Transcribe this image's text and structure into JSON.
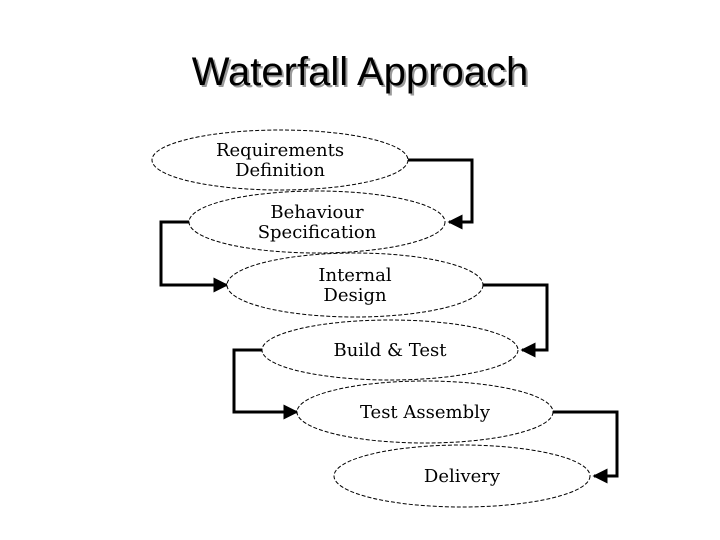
{
  "title": "Waterfall Approach",
  "colors": {
    "stroke": "#000000",
    "fill": "#ffffff",
    "title_shadow": "#9a9a9a"
  },
  "stages": [
    {
      "lines": [
        "Requirements",
        "Definition"
      ]
    },
    {
      "lines": [
        "Behaviour",
        "Specification"
      ]
    },
    {
      "lines": [
        "Internal",
        "Design"
      ]
    },
    {
      "lines": [
        "Build & Test"
      ]
    },
    {
      "lines": [
        "Test Assembly"
      ]
    },
    {
      "lines": [
        "Delivery"
      ]
    }
  ],
  "connectors": [
    {
      "from": 0,
      "to": 1,
      "side": "right"
    },
    {
      "from": 1,
      "to": 2,
      "side": "left"
    },
    {
      "from": 2,
      "to": 3,
      "side": "right"
    },
    {
      "from": 3,
      "to": 4,
      "side": "left"
    },
    {
      "from": 4,
      "to": 5,
      "side": "right"
    }
  ]
}
